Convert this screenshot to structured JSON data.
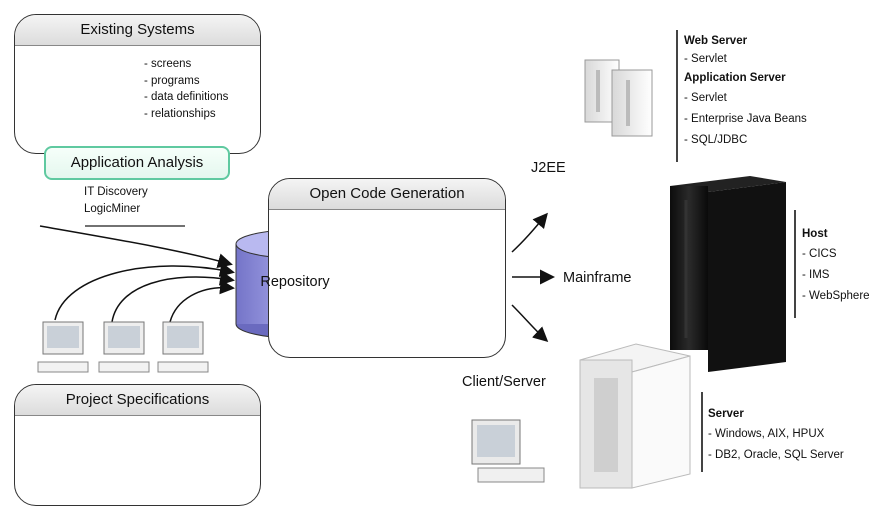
{
  "existing_systems": {
    "title": "Existing Systems",
    "items": [
      "screens",
      "programs",
      "data definitions",
      "relationships"
    ]
  },
  "application_analysis": {
    "label": "Application Analysis",
    "tools": [
      "IT Discovery",
      "LogicMiner"
    ]
  },
  "open_code_generation": {
    "title": "Open Code Generation",
    "repository_label": "Repository"
  },
  "project_specifications": {
    "title": "Project Specifications"
  },
  "targets": {
    "j2ee": "J2EE",
    "mainframe": "Mainframe",
    "client_server": "Client/Server"
  },
  "j2ee_stack": {
    "web_server_title": "Web Server",
    "web_server_items": [
      "Servlet"
    ],
    "app_server_title": "Application Server",
    "app_server_items": [
      "Servlet",
      "Enterprise Java Beans",
      "SQL/JDBC"
    ]
  },
  "host": {
    "title": "Host",
    "items": [
      "CICS",
      "IMS",
      "WebSphere"
    ]
  },
  "server": {
    "title": "Server",
    "items": [
      "Windows, AIX, HPUX",
      "DB2, Oracle, SQL Server"
    ]
  },
  "colors": {
    "cylinder": "#8f8fd8",
    "analysis_border": "#5fc9a0",
    "gear": "#7c7c7c",
    "db_orange": "#f5a623"
  }
}
